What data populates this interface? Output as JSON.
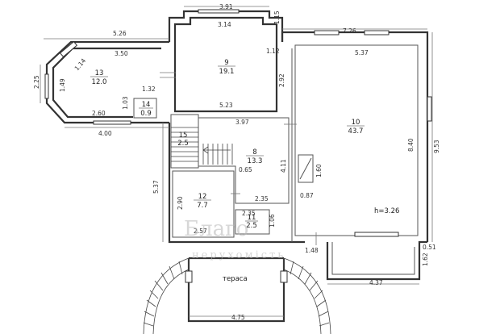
{
  "rooms": [
    {
      "id": "room-13",
      "number": "13",
      "area": "12.0"
    },
    {
      "id": "room-9",
      "number": "9",
      "area": "19.1"
    },
    {
      "id": "room-10",
      "number": "10",
      "area": "43.7"
    },
    {
      "id": "room-14",
      "number": "14",
      "area": "0.9"
    },
    {
      "id": "room-15",
      "number": "15",
      "area": "2.5"
    },
    {
      "id": "room-8",
      "number": "8",
      "area": "13.3"
    },
    {
      "id": "room-12",
      "number": "12",
      "area": "7.7"
    },
    {
      "id": "room-11",
      "number": "11",
      "area": "2.5"
    }
  ],
  "dimensions": {
    "d391": "3.91",
    "d314": "3.14",
    "d115": "1.15",
    "d526": "5.26",
    "d726": "7.26",
    "d537top": "5.37",
    "d350": "3.50",
    "d112": "1.12",
    "d225": "2.25",
    "d149": "1.49",
    "d114": "1.14",
    "d292": "2.92",
    "d132": "1.32",
    "d103": "1.03",
    "d260": "2.60",
    "d523": "5.23",
    "d400": "4.00",
    "d397": "3.97",
    "d840": "8.40",
    "d953": "9.53",
    "d537left": "5.37",
    "d065": "0.65",
    "d411": "4.11",
    "d160": "1.60",
    "d087": "0.87",
    "d290": "2.90",
    "d235a": "2.35",
    "d235b": "2.35",
    "d257": "2.57",
    "d106": "1.06",
    "d148": "1.48",
    "d051": "0.51",
    "d162": "1.62",
    "d437": "4.37",
    "d475": "4.75"
  },
  "labels": {
    "height": "h=3.26",
    "terrace": "тераса"
  },
  "watermark": {
    "line1": "Благо",
    "line2": "нерухомість"
  }
}
